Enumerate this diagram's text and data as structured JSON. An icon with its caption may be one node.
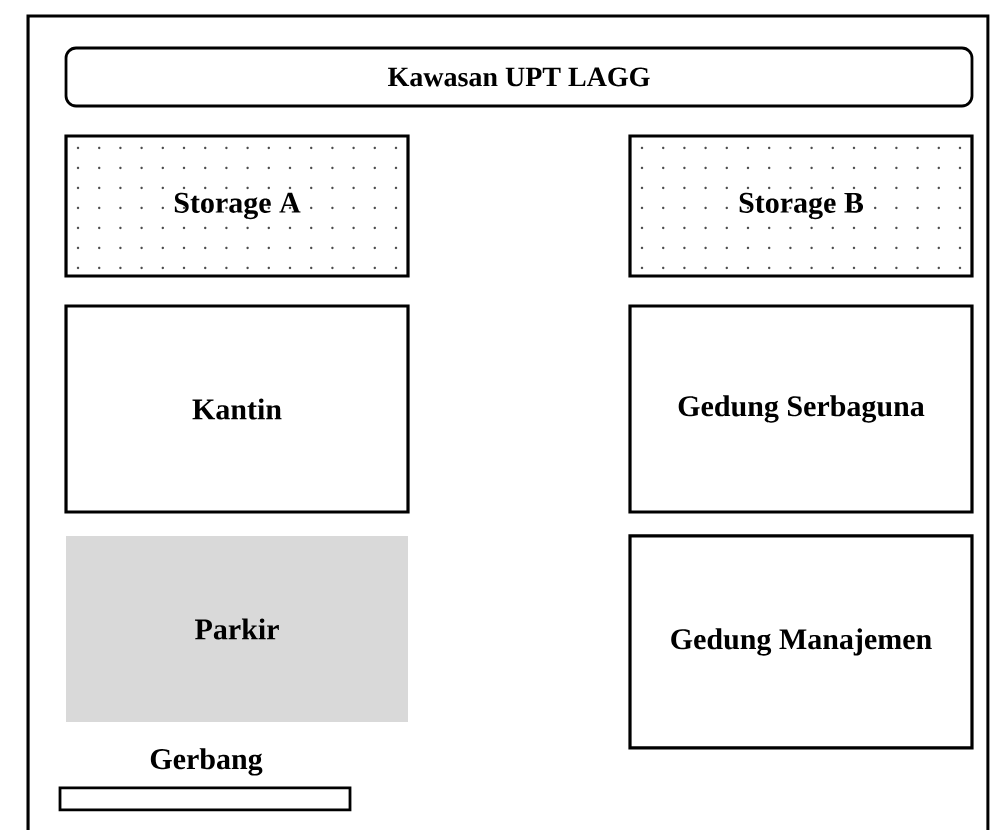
{
  "diagram": {
    "nodes": [
      {
        "text": [
          "Kawasan UPT LAGG"
        ]
      },
      {
        "text": [
          "Storage A"
        ]
      },
      {
        "text": [
          "Storage B"
        ]
      },
      {
        "text": [
          "Kantin"
        ]
      },
      {
        "text": [
          "Gedung Serbaguna"
        ]
      },
      {
        "text": [
          "Parkir"
        ]
      },
      {
        "text": [
          "Gerbang"
        ]
      },
      {
        "text": [
          "Gedung Manajemen"
        ]
      }
    ]
  }
}
